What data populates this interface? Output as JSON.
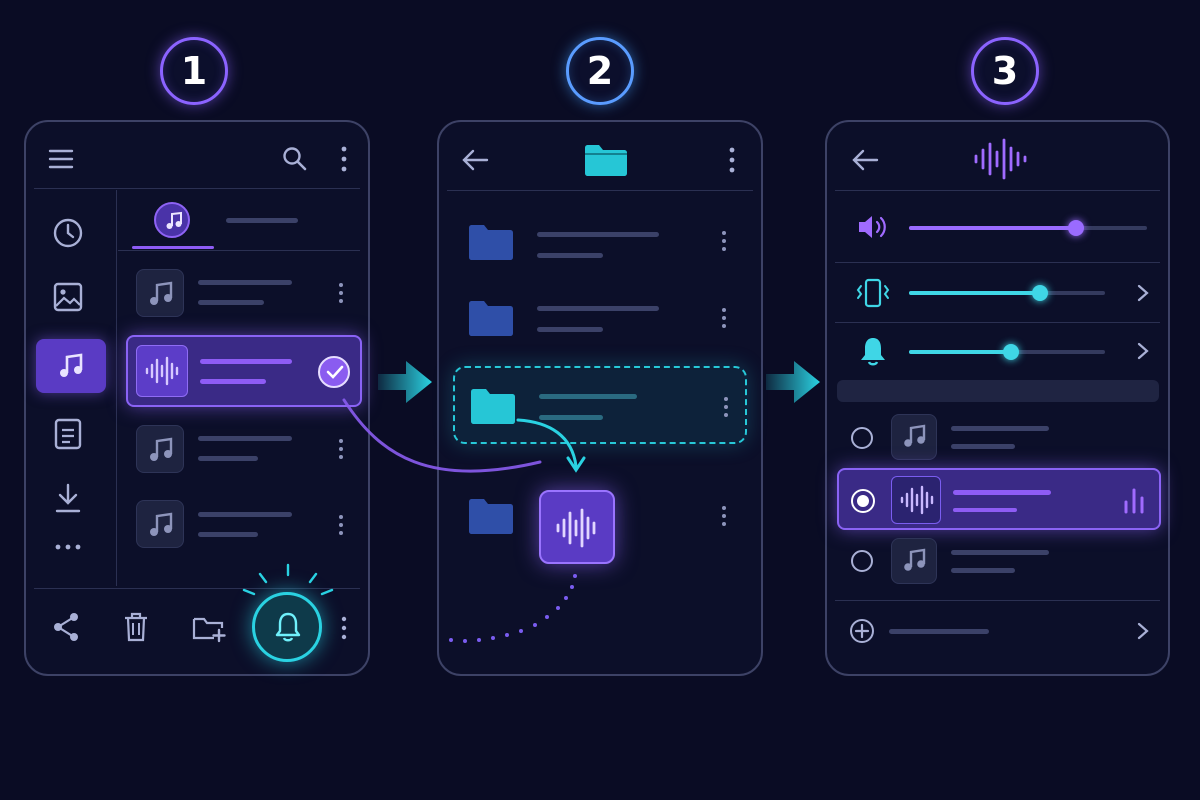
{
  "steps": [
    {
      "number": "1"
    },
    {
      "number": "2"
    },
    {
      "number": "3"
    }
  ],
  "panel1": {
    "toolbar_icons": [
      "menu-icon",
      "search-icon",
      "more-vertical-icon"
    ],
    "sidebar_icons": [
      "clock-icon",
      "image-icon",
      "music-note-icon",
      "document-icon",
      "download-icon",
      "more-horizontal-icon"
    ],
    "active_tab_icon": "music-note-icon",
    "rows": [
      {
        "icon": "music-note-icon",
        "selected": false
      },
      {
        "icon": "waveform-icon",
        "selected": true
      },
      {
        "icon": "music-note-icon",
        "selected": false
      },
      {
        "icon": "music-note-icon",
        "selected": false
      }
    ],
    "bottom_icons": [
      "share-icon",
      "trash-icon",
      "folder-add-icon",
      "bell-icon",
      "more-vertical-icon"
    ]
  },
  "panel2": {
    "header_icon": "folder-icon",
    "folders": [
      {
        "icon": "folder-icon",
        "highlighted": false
      },
      {
        "icon": "folder-icon",
        "highlighted": false
      },
      {
        "icon": "folder-icon",
        "highlighted": true
      },
      {
        "icon": "folder-icon",
        "highlighted": false
      }
    ],
    "dragged_item_icon": "waveform-icon"
  },
  "panel3": {
    "header_icon": "waveform-icon",
    "sliders": [
      {
        "icon": "speaker-icon",
        "level": 0.7,
        "color": "#9a6bff"
      },
      {
        "icon": "vibrate-phone-icon",
        "level": 0.67,
        "color": "#3fd6e6"
      },
      {
        "icon": "bell-icon",
        "level": 0.52,
        "color": "#3fd6e6"
      }
    ],
    "ringtones": [
      {
        "icon": "music-note-icon",
        "selected": false
      },
      {
        "icon": "waveform-icon",
        "selected": true
      },
      {
        "icon": "music-note-icon",
        "selected": false
      }
    ],
    "add_icon": "plus-circle-icon"
  },
  "colors": {
    "background": "#0a0c24",
    "purple_accent": "#8e5cf5",
    "cyan_accent": "#2ad2e2",
    "panel_border": "#3d4266"
  }
}
